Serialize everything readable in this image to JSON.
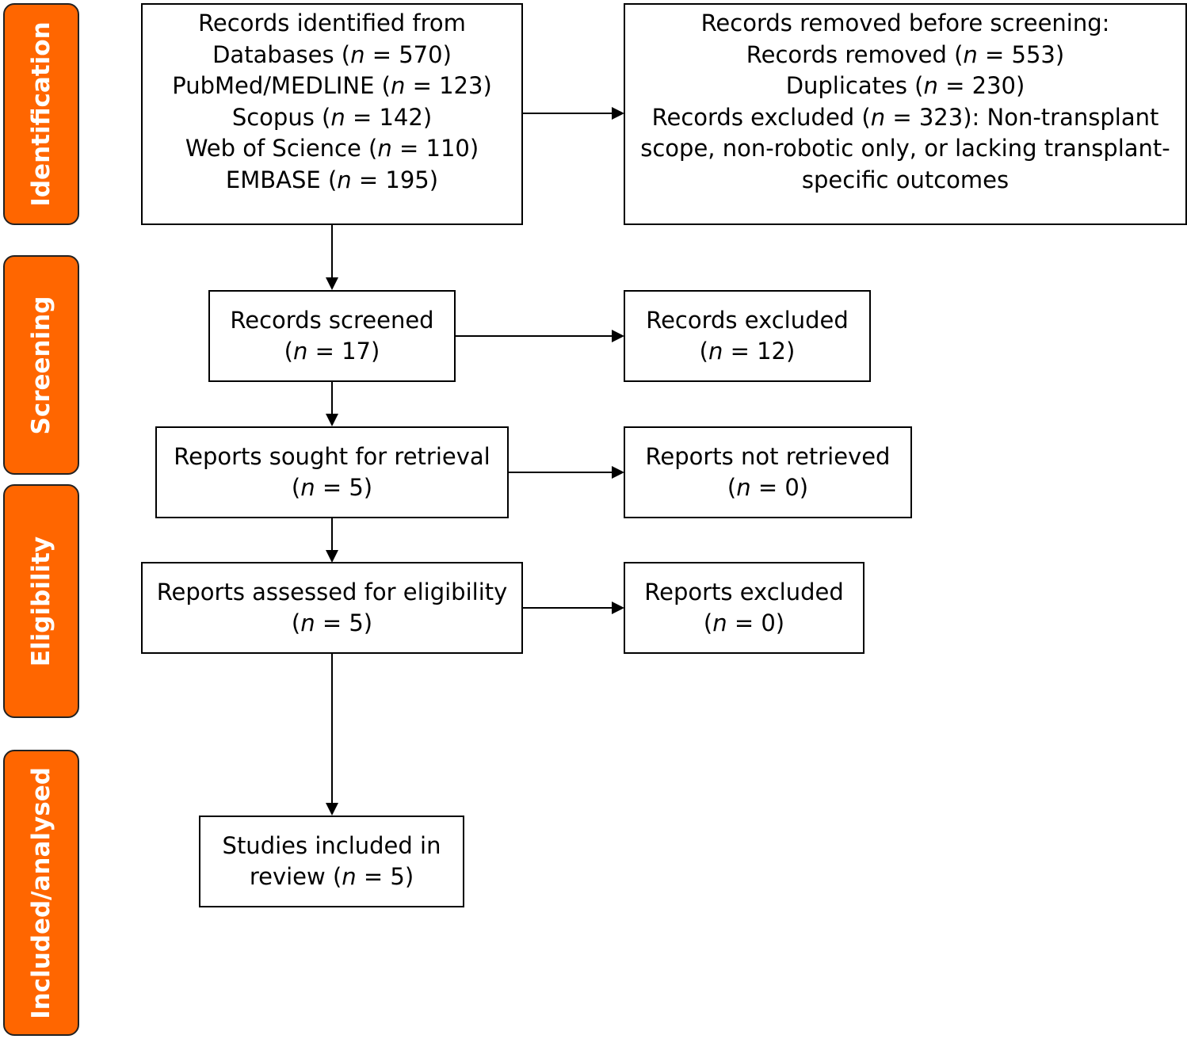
{
  "phases": {
    "identification": "Identification",
    "screening": "Screening",
    "eligibility": "Eligibility",
    "included": "Included/analysed"
  },
  "n_symbol": "n",
  "boxes": {
    "identified": {
      "line1": "Records identified from",
      "databases": {
        "pre": "Databases (",
        "post": " = 570)"
      },
      "pubmed": {
        "pre": "PubMed/MEDLINE (",
        "post": " = 123)"
      },
      "scopus": {
        "pre": "Scopus (",
        "post": " = 142)"
      },
      "wos": {
        "pre": "Web of Science (",
        "post": " = 110)"
      },
      "embase": {
        "pre": "EMBASE (",
        "post": " = 195)"
      }
    },
    "removed": {
      "title": "Records removed before screening:",
      "removed": {
        "pre": "Records removed (",
        "post": " = 553)"
      },
      "duplicates": {
        "pre": "Duplicates (",
        "post": " = 230)"
      },
      "excluded": {
        "pre": "Records excluded (",
        "post": " = 323): Non-transplant scope, non-robotic only, or lacking transplant-specific outcomes"
      }
    },
    "screened": {
      "title": "Records screened",
      "count": {
        "pre": "(",
        "post": " = 17)"
      }
    },
    "screen_excluded": {
      "title": "Records excluded",
      "count": {
        "pre": "(",
        "post": " = 12)"
      }
    },
    "sought": {
      "title": "Reports sought for retrieval",
      "count": {
        "pre": "(",
        "post": " = 5)"
      }
    },
    "not_retrieved": {
      "title": "Reports not retrieved",
      "count": {
        "pre": "(",
        "post": " = 0)"
      }
    },
    "assessed": {
      "title": "Reports assessed for eligibility",
      "count": {
        "pre": "(",
        "post": " = 5)"
      }
    },
    "report_excluded": {
      "title": "Reports excluded",
      "count": {
        "pre": "(",
        "post": " = 0)"
      }
    },
    "included": {
      "line1": "Studies included in",
      "line2": {
        "pre": "review (",
        "post": " = 5)"
      }
    }
  }
}
